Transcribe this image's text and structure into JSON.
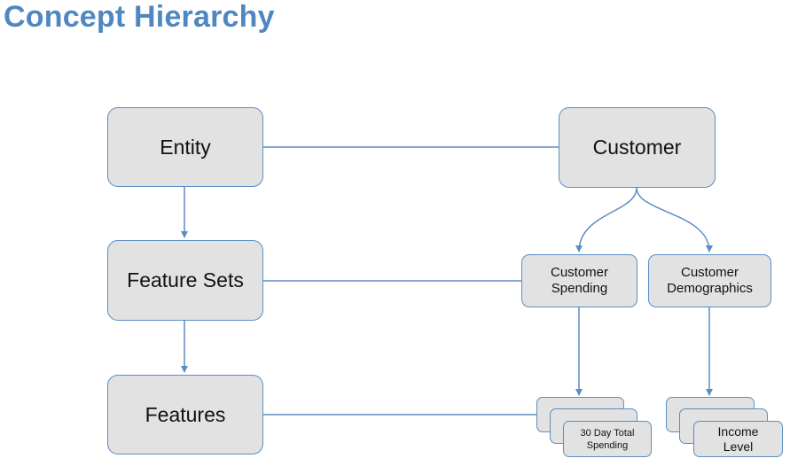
{
  "title": "Concept Hierarchy",
  "levels": {
    "entity": "Entity",
    "feature_sets": "Feature Sets",
    "features": "Features"
  },
  "entity_node": "Customer",
  "feature_sets": [
    {
      "line1": "Customer",
      "line2": "Spending"
    },
    {
      "line1": "Customer",
      "line2": "Demographics"
    }
  ],
  "features": [
    {
      "line1": "30 Day Total",
      "line2": "Spending"
    },
    {
      "line1": "Income",
      "line2": "Level"
    }
  ],
  "colors": {
    "title": "#4f87c0",
    "node_fill": "#e2e2e2",
    "node_border": "#5b8ec4",
    "connector": "#5b8ec4"
  }
}
